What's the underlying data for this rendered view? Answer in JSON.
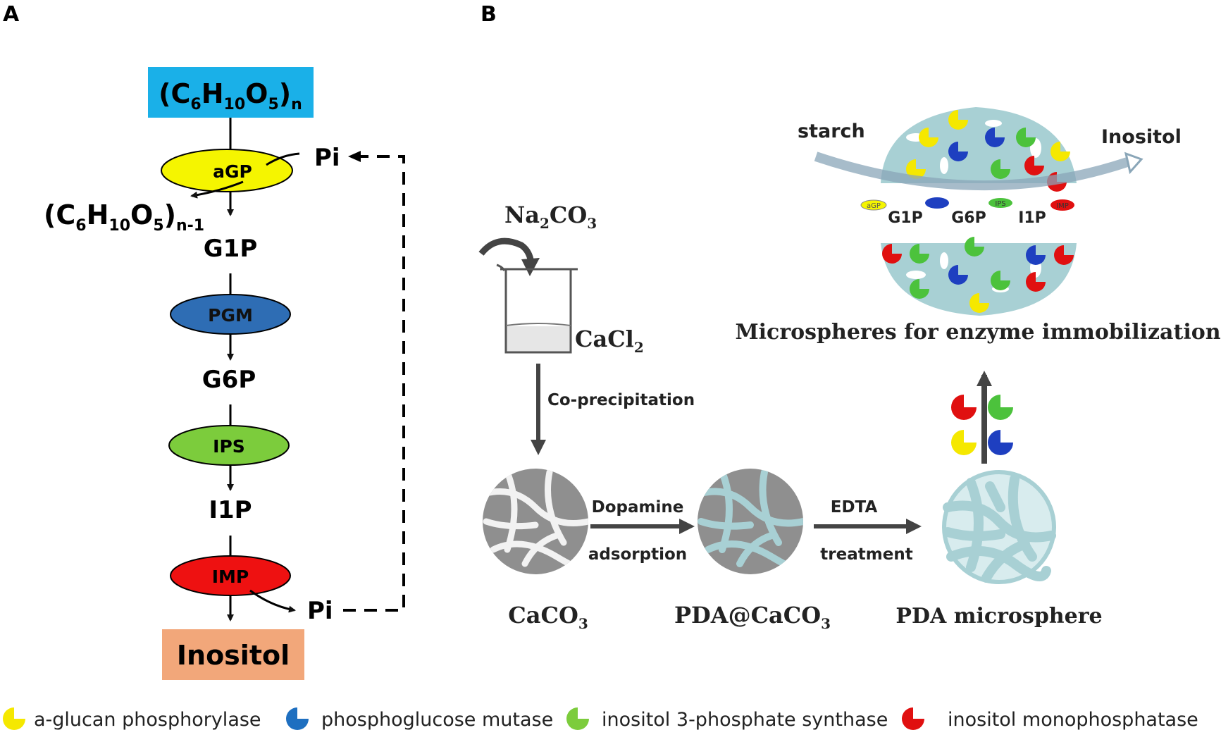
{
  "panel_a": {
    "label": "A",
    "substrate": {
      "base": "(C",
      "s1": "6",
      "h": "H",
      "s2": "10",
      "o": "O",
      "s3": "5",
      "close": ")",
      "n": "n"
    },
    "chain": {
      "base": "(C",
      "s1": "6",
      "h": "H",
      "s2": "10",
      "o": "O",
      "s3": "5",
      "close": ")",
      "n": "n-1"
    },
    "pi_top": "Pi",
    "pi_bottom": "Pi",
    "enzymes": [
      {
        "label": "aGP",
        "color": "#f5f500"
      },
      {
        "label": "PGM",
        "color": "#2e6db4"
      },
      {
        "label": "IPS",
        "color": "#7ccc3c"
      },
      {
        "label": "IMP",
        "color": "#ee1111"
      }
    ],
    "intermediates": [
      "G1P",
      "G6P",
      "I1P"
    ],
    "product": "Inositol",
    "colors": {
      "substrate_box": "#1ab0e8",
      "product_box": "#f2a77a"
    }
  },
  "panel_b": {
    "label": "B",
    "na2co3": {
      "base": "Na",
      "sub1": "2",
      "mid": "CO",
      "sub2": "3"
    },
    "cacl2": {
      "base": "CaCl",
      "sub": "2"
    },
    "co_precipitation": "Co-precipitation",
    "caco3": {
      "base": "CaCO",
      "sub": "3"
    },
    "dopamine": "Dopamine",
    "adsorption": "adsorption",
    "pda_caco3": {
      "base": "PDA@CaCO",
      "sub": "3"
    },
    "edta": "EDTA",
    "treatment": "treatment",
    "pda_microsphere": "PDA microsphere",
    "microspheres_title": "Microspheres for enzyme immobilization",
    "starch": "starch",
    "inositol": "Inositol",
    "mini_enzymes": [
      "aGP",
      "IPS",
      "IMP"
    ],
    "intermediates": [
      "G1P",
      "G6P",
      "I1P"
    ]
  },
  "legend": [
    {
      "label": "a-glucan phosphorylase",
      "color": "#f5e800"
    },
    {
      "label": "phosphoglucose mutase",
      "color": "#1e6fc0"
    },
    {
      "label": "inositol 3-phosphate synthase",
      "color": "#7ccc3c"
    },
    {
      "label": "inositol monophosphatase",
      "color": "#e01010"
    }
  ]
}
